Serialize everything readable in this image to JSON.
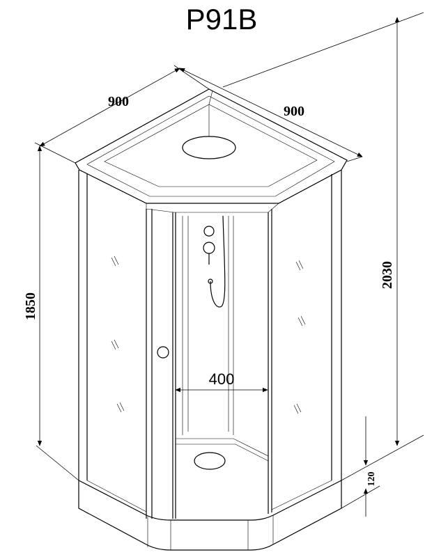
{
  "title": "P91B",
  "dimensions": {
    "width_left": "900",
    "width_right": "900",
    "height_body": "1850",
    "height_total": "2030",
    "door_width": "400",
    "base_height": "120"
  },
  "colors": {
    "line": "#000000",
    "background": "#ffffff"
  }
}
